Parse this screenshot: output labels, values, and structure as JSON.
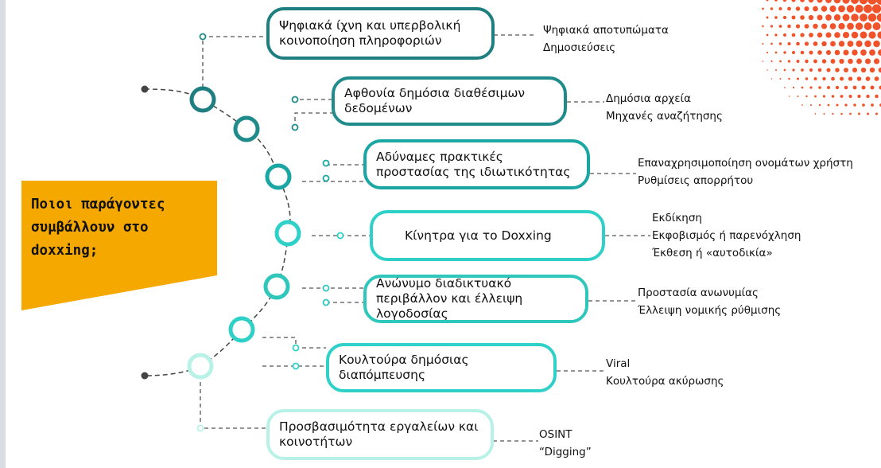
{
  "question": {
    "lines": [
      "Ποιοι παράγοντες",
      "συμβάλλουν στο",
      "doxxing;"
    ],
    "color": "#f5a800"
  },
  "colors": {
    "dark": "#1f8b8b",
    "mid": "#1aa6a3",
    "light": "#2fd0c8",
    "pale": "#b8f2e6",
    "dots": "#f0522a"
  },
  "factors": [
    {
      "title": "Ψηφιακά ίχνη και υπερβολική κοινοποίηση πληροφοριών",
      "subs": [
        "Ψηφιακά αποτυπώματα",
        "Δημοσιεύσεις"
      ]
    },
    {
      "title": "Αφθονία δημόσια διαθέσιμων δεδομένων",
      "subs": [
        "Δημόσια αρχεία",
        "Μηχανές αναζήτησης"
      ]
    },
    {
      "title": "Αδύναμες πρακτικές προστασίας της ιδιωτικότητας",
      "subs": [
        "Επαναχρησιμοποίηση ονομάτων χρήστη",
        "Ρυθμίσεις απορρήτου"
      ]
    },
    {
      "title": "Κίνητρα για το Doxxing",
      "subs": [
        "Εκδίκηση",
        "Εκφοβισμός ή παρενόχληση",
        "Έκθεση ή «αυτοδικία»"
      ]
    },
    {
      "title": "Ανώνυμο διαδικτυακό περιβάλλον και έλλειψη λογοδοσίας",
      "subs": [
        "Προστασία ανωνυμίας",
        "Έλλειψη νομικής ρύθμισης"
      ]
    },
    {
      "title": "Κουλτούρα δημόσιας διαπόμπευσης",
      "subs": [
        "Viral",
        "Κουλτούρα ακύρωσης"
      ]
    },
    {
      "title": "Προσβασιμότητα εργαλείων και κοινοτήτων",
      "subs": [
        "OSINT",
        "“Digging”"
      ]
    }
  ]
}
